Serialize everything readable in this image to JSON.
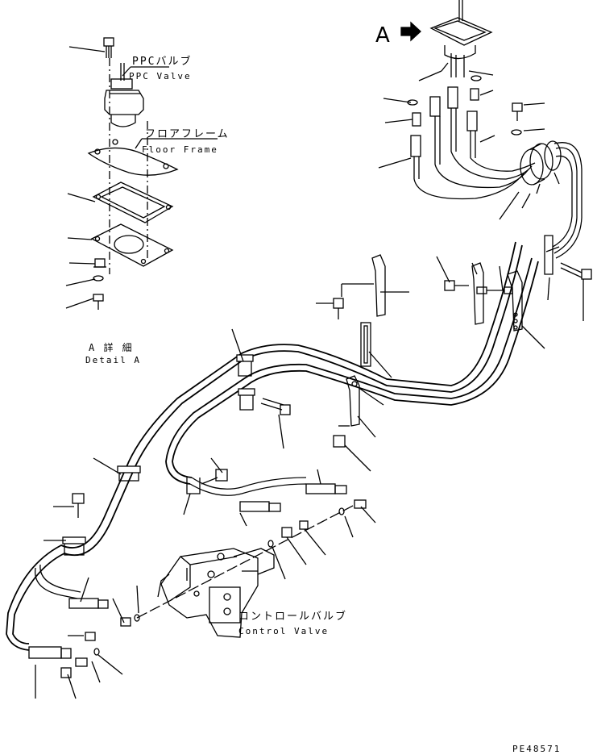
{
  "labels": {
    "view_marker": "A",
    "ppc_valve_jp": "PPCバルブ",
    "ppc_valve_en": "PPC Valve",
    "floor_frame_jp": "フロアフレーム",
    "floor_frame_en": "Floor Frame",
    "detail_jp": "A 詳 細",
    "detail_en": "Detail A",
    "control_valve_jp": "コントロールバルブ",
    "control_valve_en": "Control Valve",
    "drawing_number": "PE48571"
  }
}
